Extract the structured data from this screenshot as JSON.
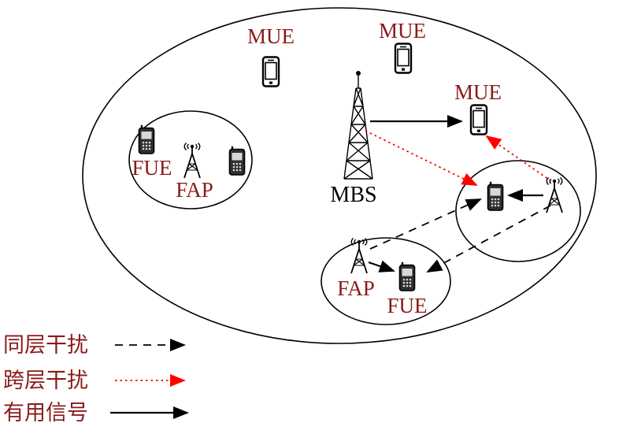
{
  "diagram": {
    "labels": {
      "mue_top_left": "MUE",
      "mue_top_right": "MUE",
      "mue_right": "MUE",
      "mbs": "MBS",
      "fue_left": "FUE",
      "fap_left": "FAP",
      "fap_bottom": "FAP",
      "fue_bottom": "FUE"
    },
    "legend": [
      {
        "label": "同层干扰",
        "line_style": "dashed",
        "color": "#000000"
      },
      {
        "label": "跨层干扰",
        "line_style": "dotted",
        "color": "#ff0000"
      },
      {
        "label": "有用信号",
        "line_style": "solid",
        "color": "#000000"
      }
    ],
    "colors": {
      "label_color": "#8b1a1a",
      "cross_layer": "#ff0000",
      "line_color": "#000000",
      "background": "#ffffff"
    }
  }
}
